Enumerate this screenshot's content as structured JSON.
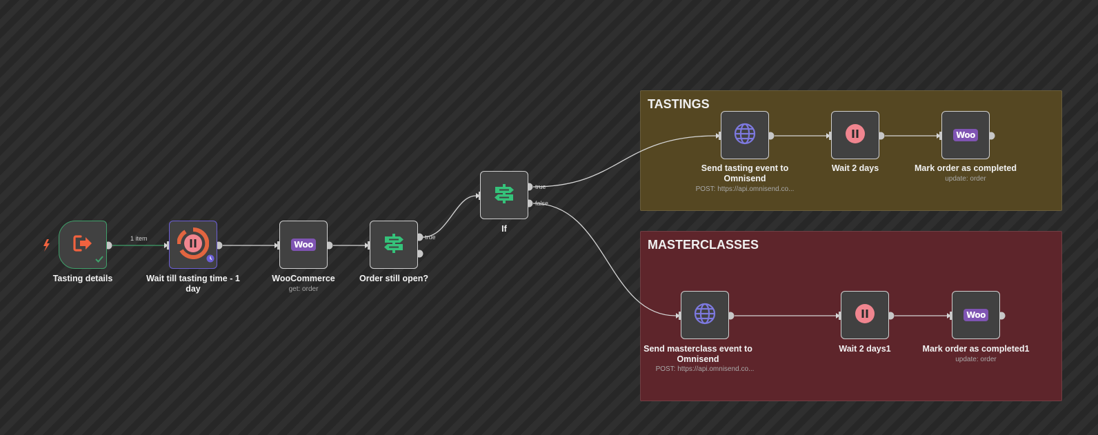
{
  "colors": {
    "canvas": "#2a2a2a",
    "tastings_bg": "#554722",
    "masterclasses_bg": "#5e252b",
    "edge": "#d6d6d6",
    "success_edge": "#3fa06a",
    "if_green": "#35c27a",
    "trigger_orange": "#f0623f",
    "globe_purple": "#7d79e0",
    "wait_pink": "#f0858f",
    "woo_purple": "#7f54b3"
  },
  "stickies": {
    "tastings": {
      "title": "TASTINGS"
    },
    "masterclasses": {
      "title": "MASTERCLASSES"
    }
  },
  "edges": {
    "item_count": "1 item",
    "order_open_true": "true",
    "if_true": "true",
    "if_false": "false"
  },
  "nodes": {
    "tasting_details": {
      "label": "Tasting details",
      "icon": "sign-out-icon",
      "status": "success"
    },
    "wait_tasting": {
      "label": "Wait till tasting time - 1 day",
      "icon": "wait-icon"
    },
    "woocommerce": {
      "label": "WooCommerce",
      "sub": "get: order",
      "icon": "woo-icon",
      "icon_text": "Woo"
    },
    "order_open": {
      "label": "Order still open?",
      "icon": "if-icon"
    },
    "if": {
      "label": "If",
      "icon": "if-icon"
    },
    "send_tasting": {
      "label": "Send tasting event to Omnisend",
      "sub": "POST: https://api.omnisend.co...",
      "icon": "globe-icon"
    },
    "wait_2_days": {
      "label": "Wait 2 days",
      "icon": "pause-icon"
    },
    "mark_completed": {
      "label": "Mark order as completed",
      "sub": "update: order",
      "icon": "woo-icon",
      "icon_text": "Woo"
    },
    "send_masterclass": {
      "label": "Send masterclass event to Omnisend",
      "sub": "POST: https://api.omnisend.co...",
      "icon": "globe-icon"
    },
    "wait_2_days1": {
      "label": "Wait 2 days1",
      "icon": "pause-icon"
    },
    "mark_completed1": {
      "label": "Mark order as completed1",
      "sub": "update: order",
      "icon": "woo-icon",
      "icon_text": "Woo"
    }
  }
}
